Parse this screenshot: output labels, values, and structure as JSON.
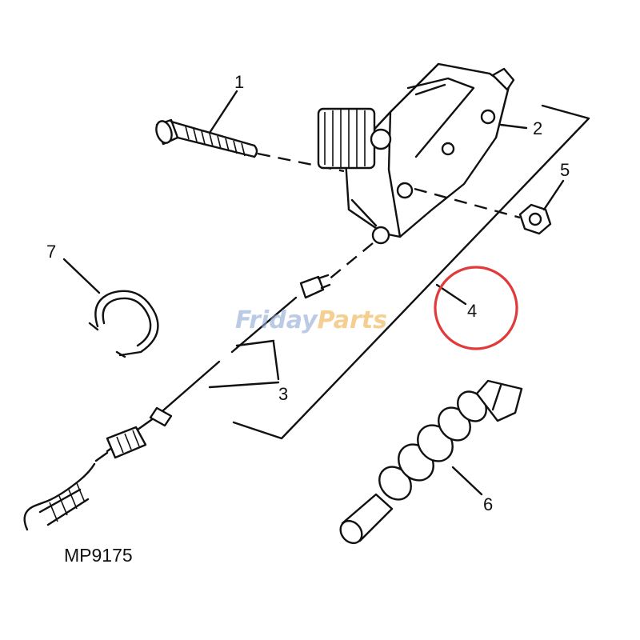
{
  "diagram": {
    "figure_id": "MP9175",
    "callouts": {
      "c1": "1",
      "c2": "2",
      "c3": "3",
      "c4": "4",
      "c5": "5",
      "c6": "6",
      "c7": "7"
    },
    "watermark": {
      "part1": "Friday",
      "part2": "Parts",
      "color1": "#8fa9d6",
      "color2": "#f0b04a"
    },
    "highlight_color": "#e03a3a"
  }
}
